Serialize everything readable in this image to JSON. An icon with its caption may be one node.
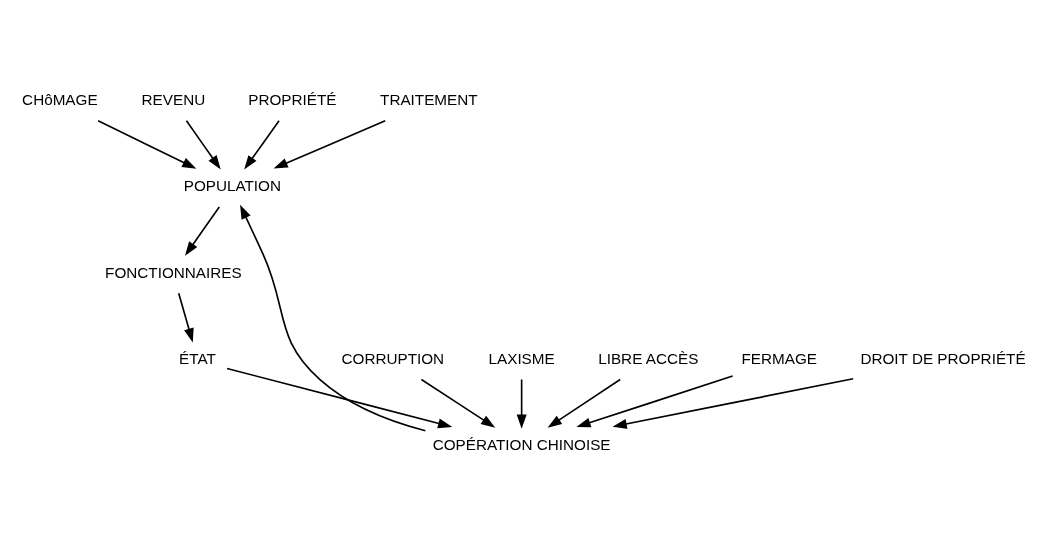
{
  "diagram": {
    "nodes": [
      {
        "text": [
          "CHôMAGE"
        ]
      },
      {
        "text": [
          "REVENU"
        ]
      },
      {
        "text": [
          "PROPRIÉTÉ"
        ]
      },
      {
        "text": [
          "TRAITEMENT"
        ]
      },
      {
        "text": [
          "POPULATION"
        ]
      },
      {
        "text": [
          "CORRUPTION"
        ]
      },
      {
        "text": [
          "LAXISME"
        ]
      },
      {
        "text": [
          "LIBRE ACCÈS"
        ]
      },
      {
        "text": [
          "FERMAGE"
        ]
      },
      {
        "text": [
          "DROIT DE PROPRIÉTÉ"
        ]
      },
      {
        "text": [
          "COPÉRATION CHINOISE"
        ]
      },
      {
        "text": [
          "FONCTIONNAIRES"
        ]
      },
      {
        "text": [
          "ÉTAT"
        ]
      }
    ],
    "edges": [
      {
        "from": 0,
        "to": 4,
        "arrow": "to"
      },
      {
        "from": 1,
        "to": 4,
        "arrow": "to"
      },
      {
        "from": 2,
        "to": 4,
        "arrow": "to"
      },
      {
        "from": 3,
        "to": 4,
        "arrow": "to"
      },
      {
        "from": 5,
        "to": 10,
        "arrow": "to"
      },
      {
        "from": 6,
        "to": 10,
        "arrow": "to"
      },
      {
        "from": 7,
        "to": 10,
        "arrow": "to"
      },
      {
        "from": 8,
        "to": 10,
        "arrow": "to"
      },
      {
        "from": 9,
        "to": 10,
        "arrow": "to"
      },
      {
        "from": 4,
        "to": 11,
        "arrow": "to"
      },
      {
        "from": 11,
        "to": 12,
        "arrow": "to"
      },
      {
        "from": 12,
        "to": 10,
        "arrow": "to"
      },
      {
        "from": 10,
        "to": 4,
        "arrow": "to"
      }
    ]
  }
}
